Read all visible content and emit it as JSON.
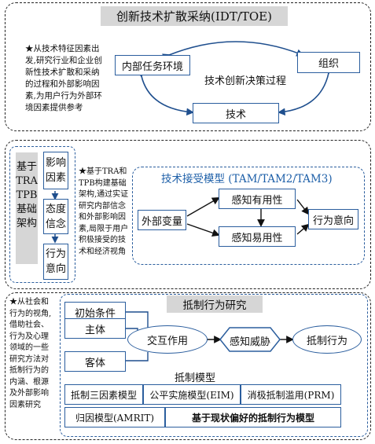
{
  "panel1": {
    "title": "创新技术扩散采纳(IDT/TOE)",
    "note": "★从技术特征因素出\n发,研究行业和企业创\n新性技术扩散和采纳\n的过程和外部影响因\n素,为用户行为外部环\n境因素提供参考",
    "internal_env": "内部任务环境",
    "organization": "组织",
    "center_label": "技术创新决策过程",
    "technology": "技术"
  },
  "panel2": {
    "basis": "基于\nTRA\nTPB\n基础\n架构",
    "influence": "影响\n因素",
    "attitude": "态度\n信念",
    "intention": "行为\n意向",
    "note": "★基于TRA和\nTPB构建基础\n架构,通过实证\n研究内部信念\n和外部影响因\n素,局限于用户\n积极接受的技\n术和经济视角",
    "tam_title": "技术接受模型 (TAM/TAM2/TAM3)",
    "external": "外部变量",
    "usefulness": "感知有用性",
    "ease": "感知易用性",
    "behavior_intention": "行为意向"
  },
  "panel3": {
    "note": "★从社会和\n行为的视角,\n借助社会、\n行为及心理\n领域的一些\n研究方法对\n抵制行为的\n内涵、根源\n及外部影响\n因素研究",
    "title": "抵制行为研究",
    "initial": "初始条件",
    "subject": "主体",
    "object": "客体",
    "interaction": "交互作用",
    "threat": "感知威胁",
    "resistance": "抵制行为",
    "models_label": "抵制模型",
    "model1": "抵制三因素模型",
    "model2": "公平实施模型(EIM)",
    "model3": "消极抵制滥用(PRM)",
    "model4": "归因模型(AMRIT)",
    "model5": "基于现状偏好的抵制行为模型"
  }
}
